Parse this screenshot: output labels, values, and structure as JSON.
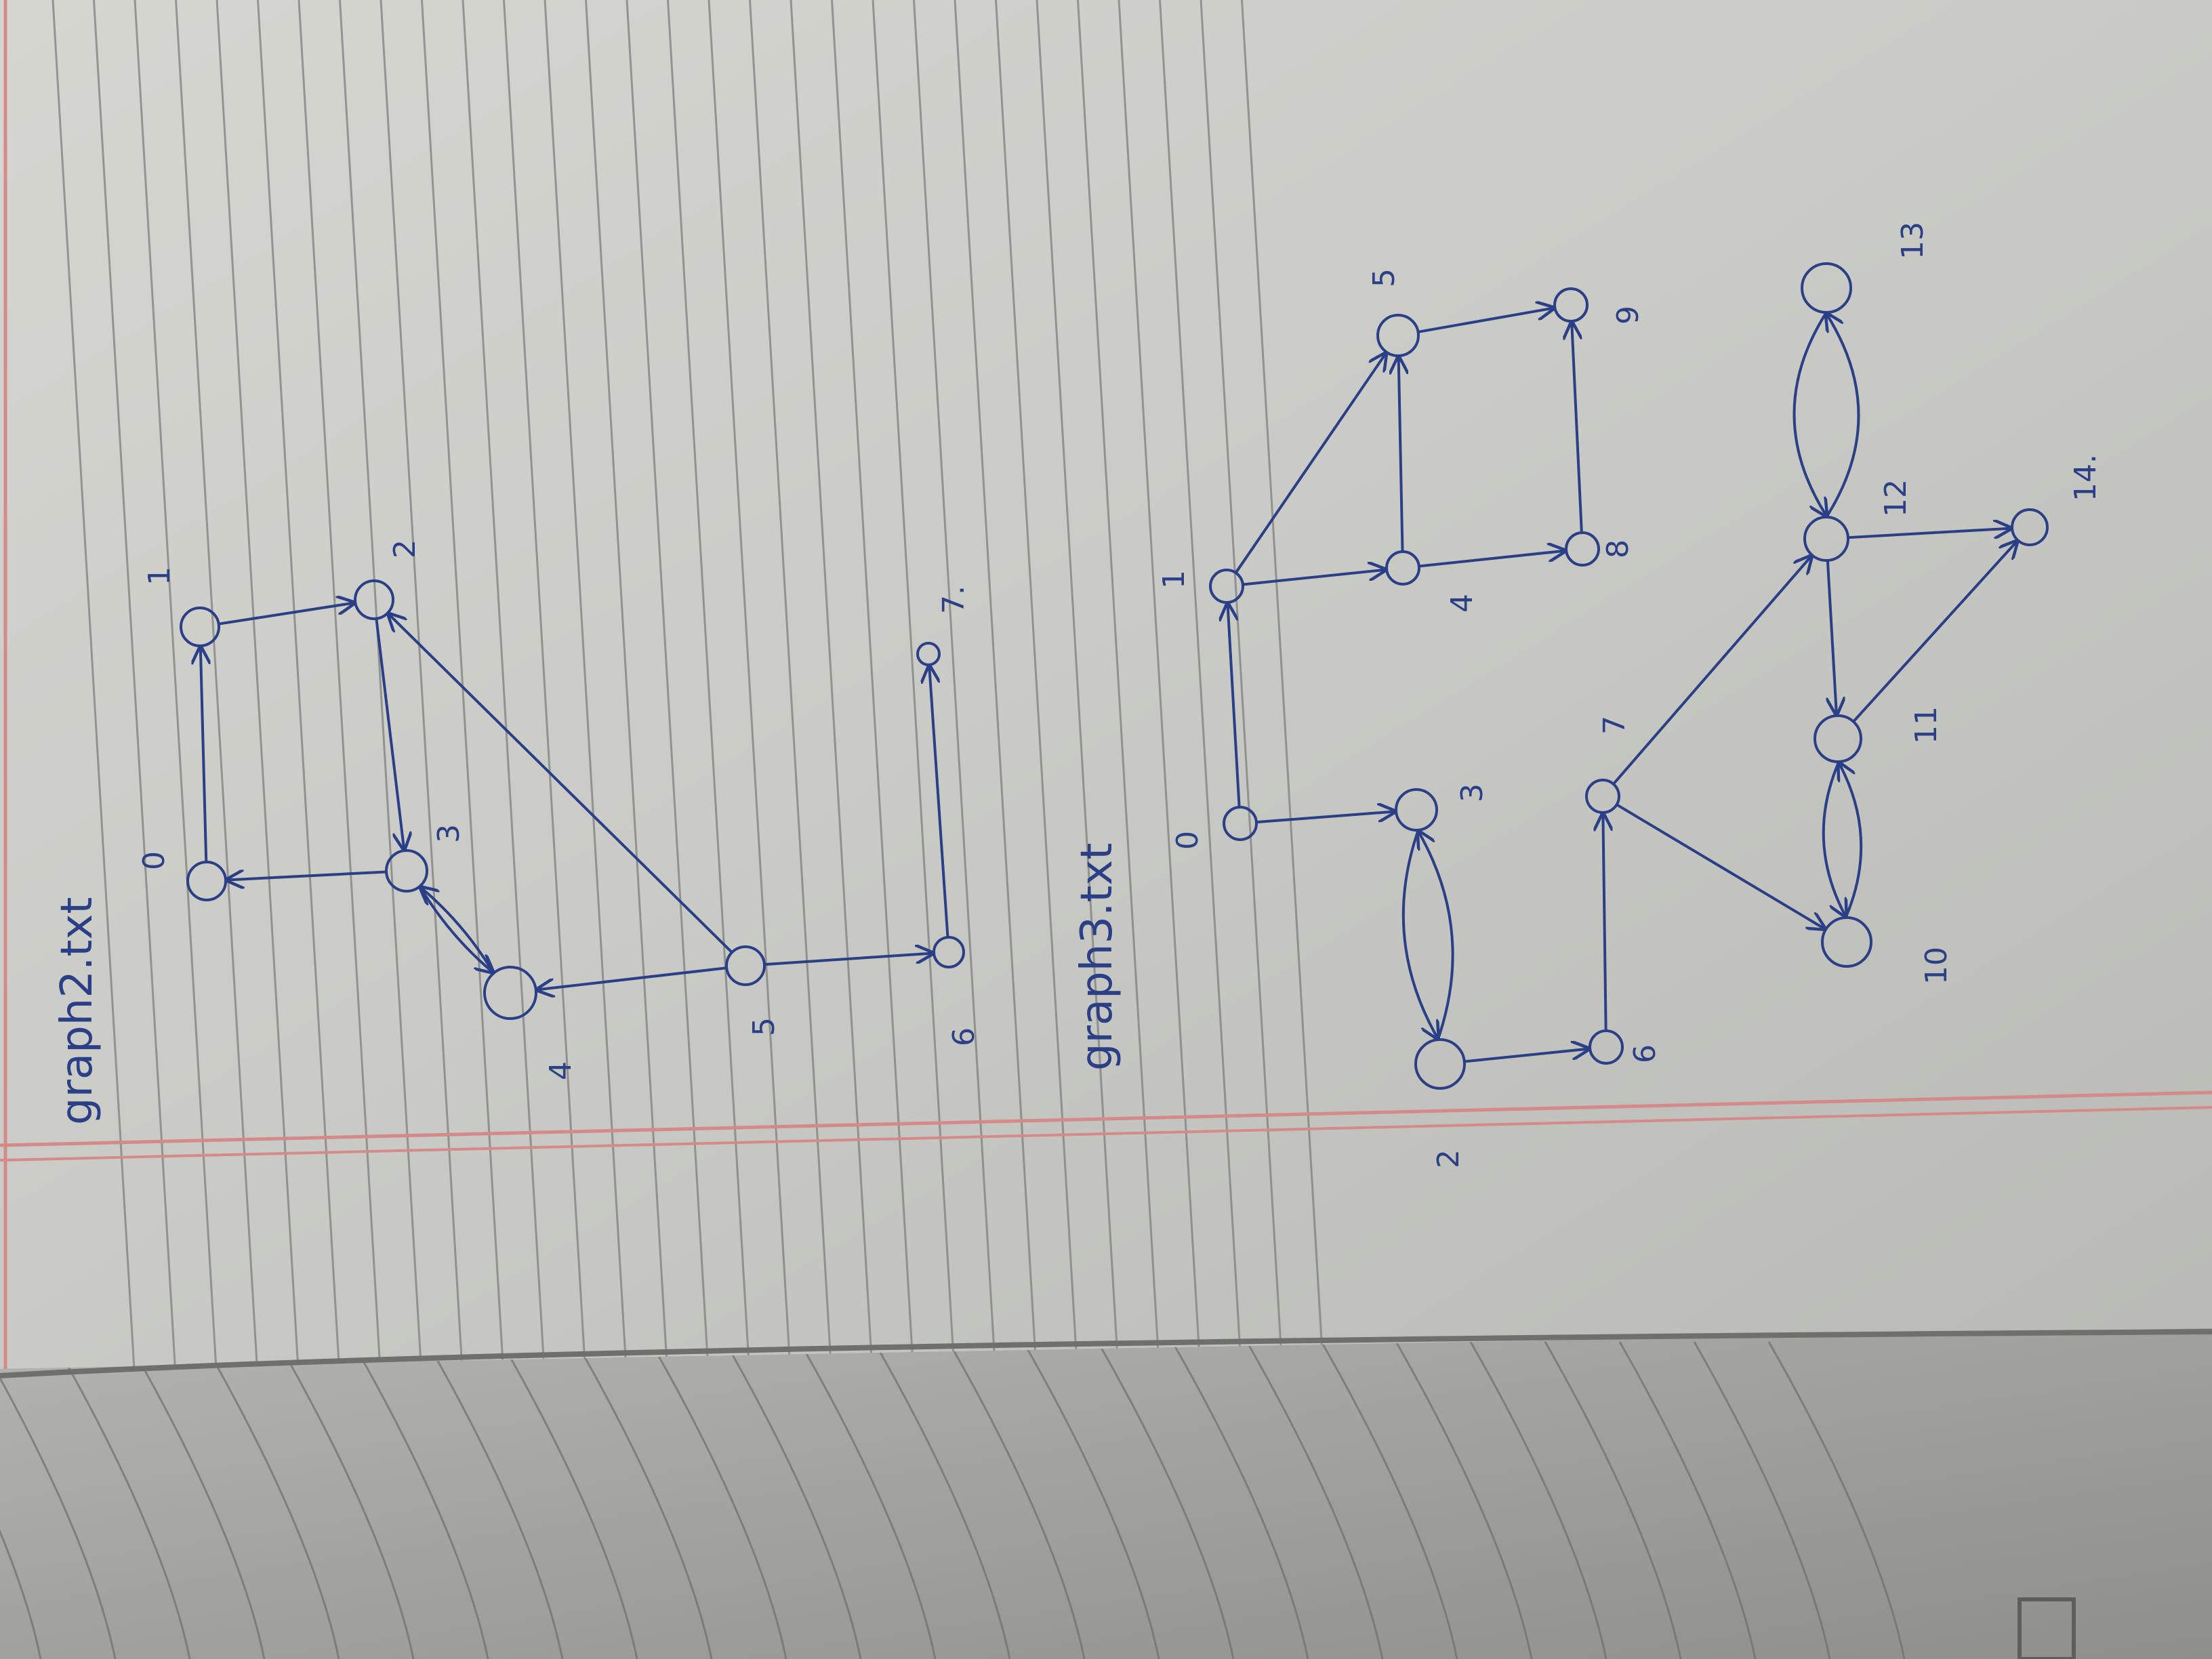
{
  "diagrams": [
    {
      "id": "graph2",
      "title": "graph2.txt",
      "nodes": [
        {
          "id": "0",
          "label": "0"
        },
        {
          "id": "1",
          "label": "1"
        },
        {
          "id": "2",
          "label": "2"
        },
        {
          "id": "3",
          "label": "3"
        },
        {
          "id": "4",
          "label": "4"
        },
        {
          "id": "5",
          "label": "5"
        },
        {
          "id": "6",
          "label": "6"
        },
        {
          "id": "7",
          "label": "7."
        }
      ],
      "edges": [
        {
          "from": "0",
          "to": "1"
        },
        {
          "from": "1",
          "to": "2"
        },
        {
          "from": "2",
          "to": "3"
        },
        {
          "from": "3",
          "to": "0"
        },
        {
          "from": "3",
          "to": "4"
        },
        {
          "from": "4",
          "to": "3"
        },
        {
          "from": "5",
          "to": "4"
        },
        {
          "from": "5",
          "to": "2"
        },
        {
          "from": "5",
          "to": "6"
        },
        {
          "from": "6",
          "to": "7"
        }
      ]
    },
    {
      "id": "graph3",
      "title": "graph3.txt",
      "nodes": [
        {
          "id": "0",
          "label": "0"
        },
        {
          "id": "1",
          "label": "1"
        },
        {
          "id": "2",
          "label": "2"
        },
        {
          "id": "3",
          "label": "3"
        },
        {
          "id": "4",
          "label": "4"
        },
        {
          "id": "5",
          "label": "5"
        },
        {
          "id": "6",
          "label": "6"
        },
        {
          "id": "7",
          "label": "7"
        },
        {
          "id": "8",
          "label": "8"
        },
        {
          "id": "9",
          "label": "9"
        },
        {
          "id": "10",
          "label": "10"
        },
        {
          "id": "11",
          "label": "11"
        },
        {
          "id": "12",
          "label": "12"
        },
        {
          "id": "13",
          "label": "13"
        },
        {
          "id": "14",
          "label": "14."
        }
      ],
      "edges": [
        {
          "from": "0",
          "to": "1"
        },
        {
          "from": "0",
          "to": "3"
        },
        {
          "from": "1",
          "to": "4"
        },
        {
          "from": "1",
          "to": "5"
        },
        {
          "from": "2",
          "to": "3"
        },
        {
          "from": "3",
          "to": "2"
        },
        {
          "from": "2",
          "to": "6"
        },
        {
          "from": "4",
          "to": "5"
        },
        {
          "from": "4",
          "to": "8"
        },
        {
          "from": "5",
          "to": "9"
        },
        {
          "from": "8",
          "to": "9"
        },
        {
          "from": "6",
          "to": "7"
        },
        {
          "from": "7",
          "to": "10"
        },
        {
          "from": "7",
          "to": "12"
        },
        {
          "from": "10",
          "to": "11"
        },
        {
          "from": "11",
          "to": "10"
        },
        {
          "from": "11",
          "to": "14"
        },
        {
          "from": "12",
          "to": "11"
        },
        {
          "from": "12",
          "to": "13"
        },
        {
          "from": "13",
          "to": "12"
        },
        {
          "from": "12",
          "to": "14"
        }
      ]
    }
  ]
}
